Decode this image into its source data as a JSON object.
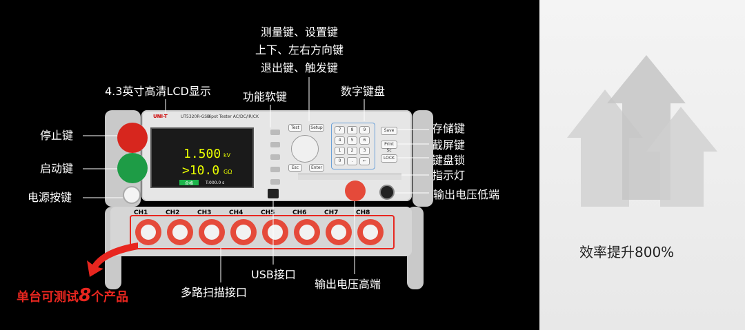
{
  "callouts": {
    "lcd": "4.3英寸高清LCD显示",
    "softkey": "功能软键",
    "top_keys_1": "测量键、设置键",
    "top_keys_2": "上下、左右方向键",
    "top_keys_3": "退出键、触发键",
    "numpad": "数字键盘",
    "stop": "停止键",
    "start": "启动键",
    "power": "电源按键",
    "store": "存储键",
    "screenshot": "截屏键",
    "keylock": "键盘锁",
    "indicator": "指示灯",
    "low_out": "输出电压低端",
    "usb": "USB接口",
    "high_out": "输出电压高端",
    "multi_scan": "多路扫描接口"
  },
  "highlight": {
    "prefix": "单台可测试",
    "number": "8",
    "suffix": "个产品"
  },
  "right_caption": "效率提升800%",
  "device": {
    "brand": "UNI-T",
    "model": "UT5320R-GS8",
    "subtitle": "Hipot Tester  AC/DC/IR/CK",
    "lcd_main_value": "1.500",
    "lcd_main_unit": "kV",
    "lcd_second_value": ">10.0",
    "lcd_second_unit": "GΩ",
    "lcd_pass": "合格",
    "lcd_time": "T:000.0 s",
    "key_test": "Test",
    "key_setup": "Setup",
    "key_esc": "Esc",
    "key_enter": "Enter",
    "key_save": "Save",
    "key_print": "Print Sc",
    "key_lock": "LOCK",
    "numpad_keys": [
      "7",
      "8",
      "9",
      "4",
      "5",
      "6",
      "1",
      "2",
      "3",
      "0",
      ".",
      "←"
    ],
    "channels": [
      "CH1",
      "CH2",
      "CH3",
      "CH4",
      "CH5",
      "CH6",
      "CH7",
      "CH8"
    ]
  },
  "colors": {
    "highlight_red": "#e8261f",
    "stop_button": "#d7261e",
    "start_button": "#1e9c46",
    "channel_socket": "#e54a3a"
  }
}
